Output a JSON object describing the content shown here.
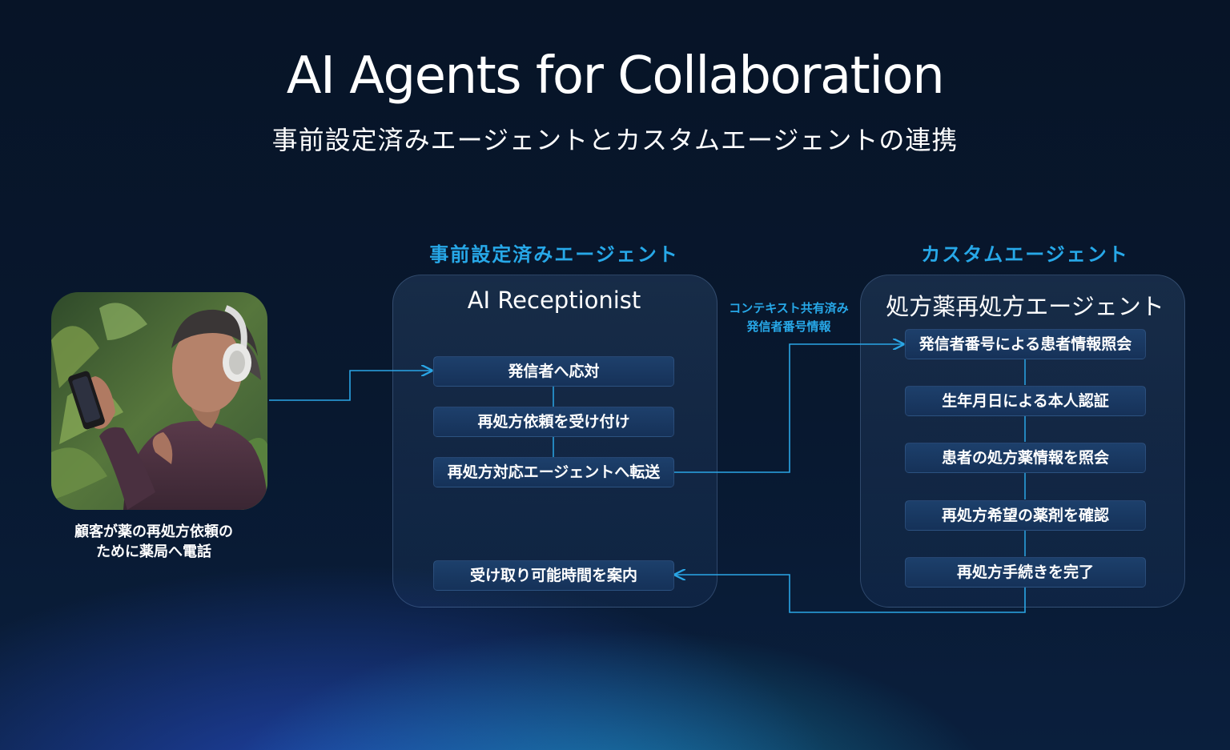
{
  "header": {
    "title": "AI Agents for Collaboration",
    "subtitle": "事前設定済みエージェントとカスタムエージェントの連携"
  },
  "customer": {
    "photo_icon": "person-with-headphones-and-phone",
    "caption_line1": "顧客が薬の再処方依頼の",
    "caption_line2": "ために薬局へ電話"
  },
  "preconfigured": {
    "section_label": "事前設定済みエージェント",
    "agent_name": "AI Receptionist",
    "steps": [
      "発信者へ応対",
      "再処方依頼を受け付け",
      "再処方対応エージェントへ転送",
      "受け取り可能時間を案内"
    ]
  },
  "context": {
    "line1": "コンテキスト共有済み",
    "line2": "発信者番号情報"
  },
  "custom": {
    "section_label": "カスタムエージェント",
    "agent_name": "処方薬再処方エージェント",
    "steps": [
      "発信者番号による患者情報照会",
      "生年月日による本人認証",
      "患者の処方薬情報を照会",
      "再処方希望の薬剤を確認",
      "再処方手続きを完了"
    ]
  },
  "colors": {
    "accent": "#27a8e8",
    "background": "#071427",
    "step_fill": "#1b3d69",
    "connector": "#2aa6e6"
  }
}
